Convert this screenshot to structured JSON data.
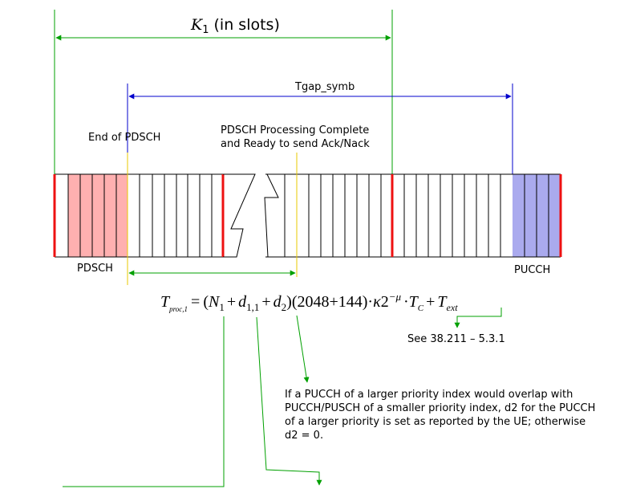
{
  "k1": {
    "symbol": "K",
    "subscript": "1",
    "suffix": " (in slots)"
  },
  "tgap_label": "Tgap_symb",
  "end_pdsch_label": "End of PDSCH",
  "processing_label": [
    "PDSCH Processing Complete",
    "and Ready to send Ack/Nack"
  ],
  "pdsch_label": "PDSCH",
  "pucch_label": "PUCCH",
  "see_ref": "See 38.211 – 5.3.1",
  "d2_note": [
    "If a PUCCH of a larger priority index would overlap with",
    "PUCCH/PUSCH of a smaller priority index, d2 for the PUCCH",
    "of a larger priority is set as reported by the UE; otherwise",
    "d2 = 0."
  ],
  "equation": {
    "T": "T",
    "T_sub": "proc,1",
    "equals": "=",
    "open": "(",
    "N": "N",
    "N_sub": "1",
    "plus1": "+",
    "d1": "d",
    "d1_sub": "1,1",
    "plus2": "+",
    "d2": "d",
    "d2_sub": "2",
    "middle": ")(2048+144)·",
    "kappa": "κ",
    "two": "2",
    "exp": "−μ",
    "dot": "·",
    "Tc": "T",
    "Tc_sub": "C",
    "plus3": "+",
    "Text": "T",
    "Text_sub": "ext"
  },
  "colors": {
    "green": "#00a000",
    "blue": "#0000cc",
    "red": "#ee1111",
    "yellow": "#e8c800",
    "pdsch_fill": "#ffb0b0",
    "pucch_fill": "#aaaaee"
  }
}
